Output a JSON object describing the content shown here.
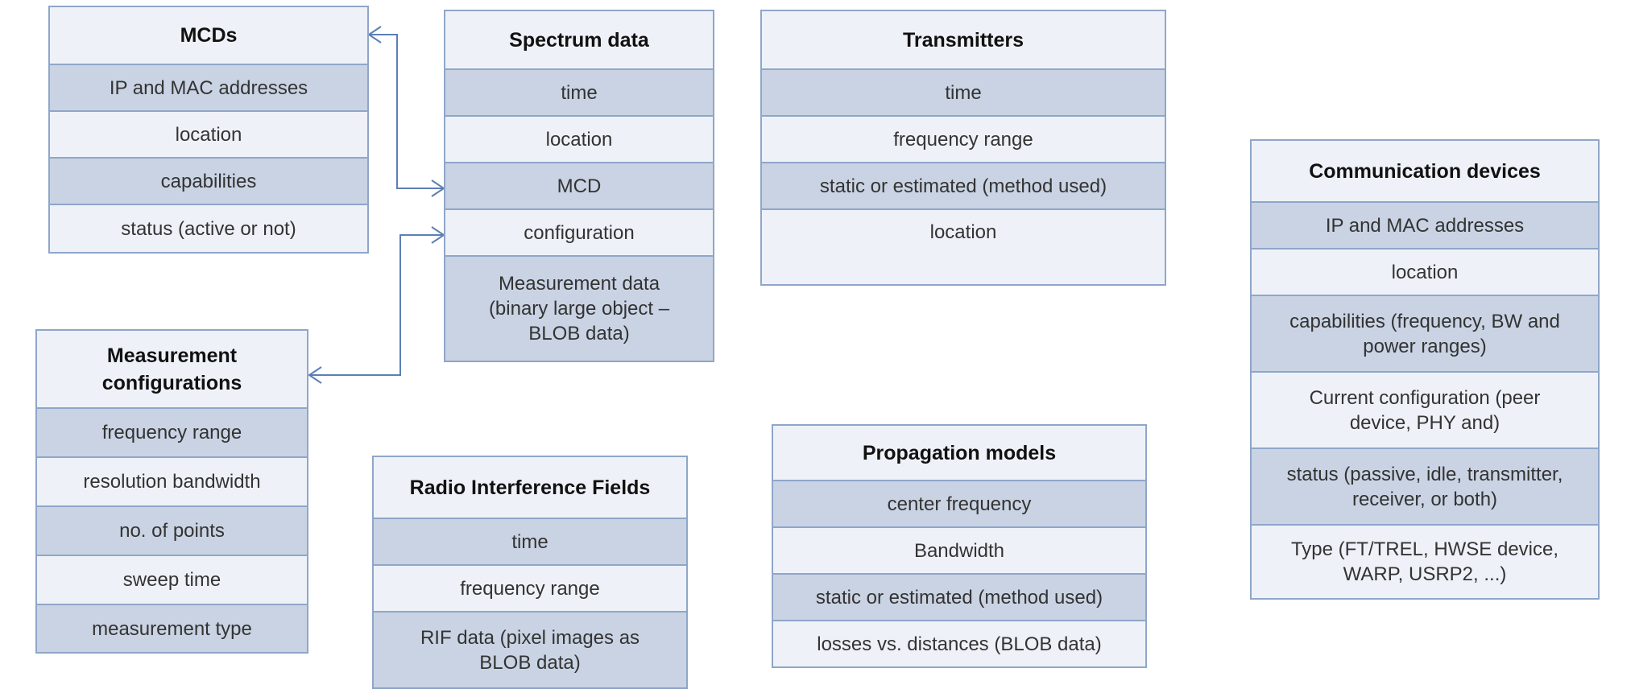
{
  "entities": [
    {
      "key": "mcds",
      "title": "MCDs",
      "fields": [
        "IP and MAC addresses",
        "location",
        "capabilities",
        "status (active or not)"
      ]
    },
    {
      "key": "spectrum_data",
      "title": "Spectrum data",
      "fields": [
        "time",
        "location",
        "MCD",
        "configuration",
        "Measurement data (binary large object – BLOB data)"
      ]
    },
    {
      "key": "transmitters",
      "title": "Transmitters",
      "fields": [
        "time",
        "frequency range",
        "static or estimated (method used)",
        "location"
      ]
    },
    {
      "key": "communication_devices",
      "title": "Communication devices",
      "fields": [
        "IP and MAC addresses",
        "location",
        "capabilities (frequency, BW and power ranges)",
        "Current configuration (peer device, PHY and)",
        "status (passive, idle, transmitter, receiver, or both)",
        "Type (FT/TREL, HWSE device, WARP, USRP2, ...)"
      ]
    },
    {
      "key": "measurement_configurations",
      "title": "Measurement configurations",
      "fields": [
        "frequency range",
        "resolution bandwidth",
        "no. of points",
        "sweep time",
        "measurement type"
      ]
    },
    {
      "key": "radio_interference_fields",
      "title": "Radio Interference Fields",
      "fields": [
        "time",
        "frequency range",
        "RIF data (pixel images as BLOB data)"
      ]
    },
    {
      "key": "propagation_models",
      "title": "Propagation models",
      "fields": [
        "center frequency",
        "Bandwidth",
        "static or estimated (method used)",
        "losses vs. distances (BLOB data)"
      ]
    }
  ],
  "colors": {
    "border": "#8fa6c8",
    "field_shaded": "#c9d3e3",
    "field_light": "#eef2f8",
    "connector": "#5b7fb5"
  }
}
